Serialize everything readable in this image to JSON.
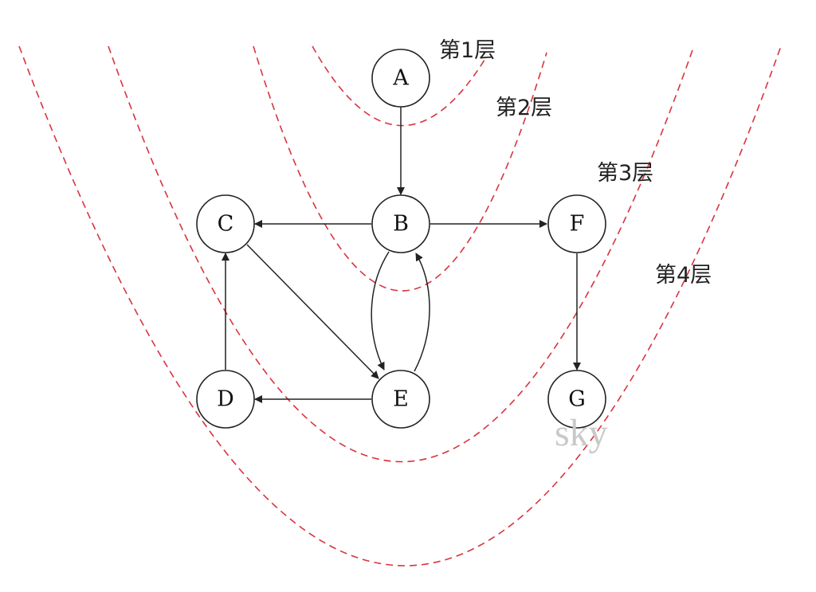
{
  "diagram": {
    "nodes": [
      "A",
      "B",
      "C",
      "D",
      "E",
      "F",
      "G"
    ],
    "edges": [
      {
        "from": "A",
        "to": "B"
      },
      {
        "from": "B",
        "to": "C"
      },
      {
        "from": "B",
        "to": "F"
      },
      {
        "from": "B",
        "to": "E"
      },
      {
        "from": "E",
        "to": "B"
      },
      {
        "from": "C",
        "to": "E"
      },
      {
        "from": "E",
        "to": "D"
      },
      {
        "from": "D",
        "to": "C"
      },
      {
        "from": "F",
        "to": "G"
      }
    ],
    "layers": [
      "第1层",
      "第2层",
      "第3层",
      "第4层"
    ],
    "watermark": "sky",
    "colors": {
      "layer_curve": "#d9333f",
      "edge": "#222222",
      "node_fill": "#ffffff"
    }
  }
}
